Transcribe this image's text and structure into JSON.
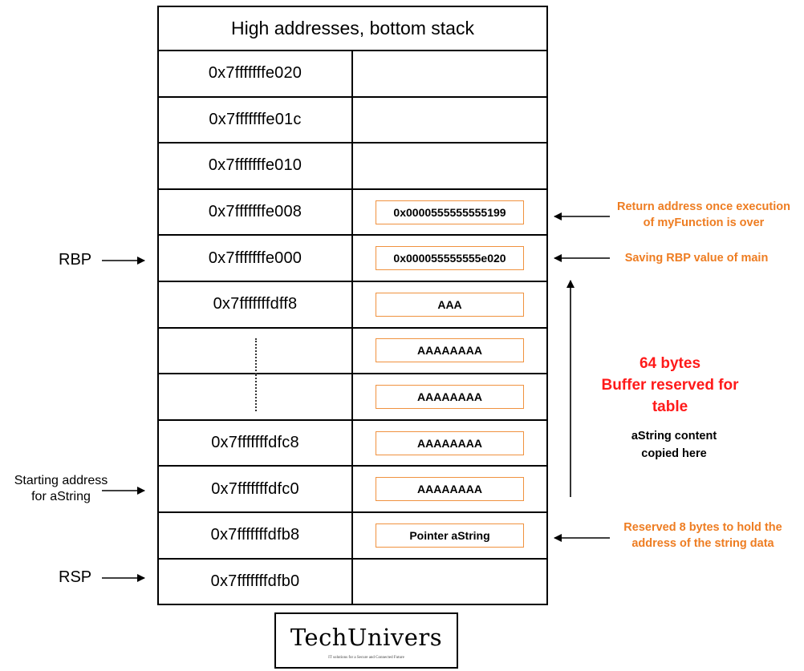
{
  "header": "High addresses, bottom stack",
  "rows": [
    {
      "address": "0x7fffffffe020",
      "value": ""
    },
    {
      "address": "0x7fffffffe01c",
      "value": ""
    },
    {
      "address": "0x7fffffffe010",
      "value": ""
    },
    {
      "address": "0x7fffffffe008",
      "value": "0x0000555555555199"
    },
    {
      "address": "0x7fffffffe000",
      "value": "0x000055555555e020"
    },
    {
      "address": "0x7fffffffdff8",
      "value": "AAA"
    },
    {
      "address": "",
      "value": "AAAAAAAA"
    },
    {
      "address": "",
      "value": "AAAAAAAA"
    },
    {
      "address": "0x7fffffffdfc8",
      "value": "AAAAAAAA"
    },
    {
      "address": "0x7fffffffdfc0",
      "value": "AAAAAAAA"
    },
    {
      "address": "0x7fffffffdfb8",
      "value": "Pointer aString"
    },
    {
      "address": "0x7fffffffdfb0",
      "value": ""
    }
  ],
  "left_labels": {
    "rbp": "RBP",
    "starting_line1": "Starting address",
    "starting_line2": "for aString",
    "rsp": "RSP"
  },
  "notes": {
    "return_line1": "Return address once execution",
    "return_line2": "of myFunction is over",
    "saving_rbp": "Saving RBP value of main",
    "buffer_line1": "64 bytes",
    "buffer_line2": "Buffer reserved for",
    "buffer_line3": "table",
    "astring_line1": "aString content",
    "astring_line2": "copied here",
    "reserved_line1": "Reserved 8 bytes to hold the",
    "reserved_line2": "address of the string data"
  },
  "logo": {
    "name": "TechUnivers",
    "tagline": "IT solutions for a Secure and Connected Future"
  },
  "colors": {
    "orange": "#ee7d22",
    "box_border": "#f0923f",
    "red": "#ff1a1a"
  }
}
